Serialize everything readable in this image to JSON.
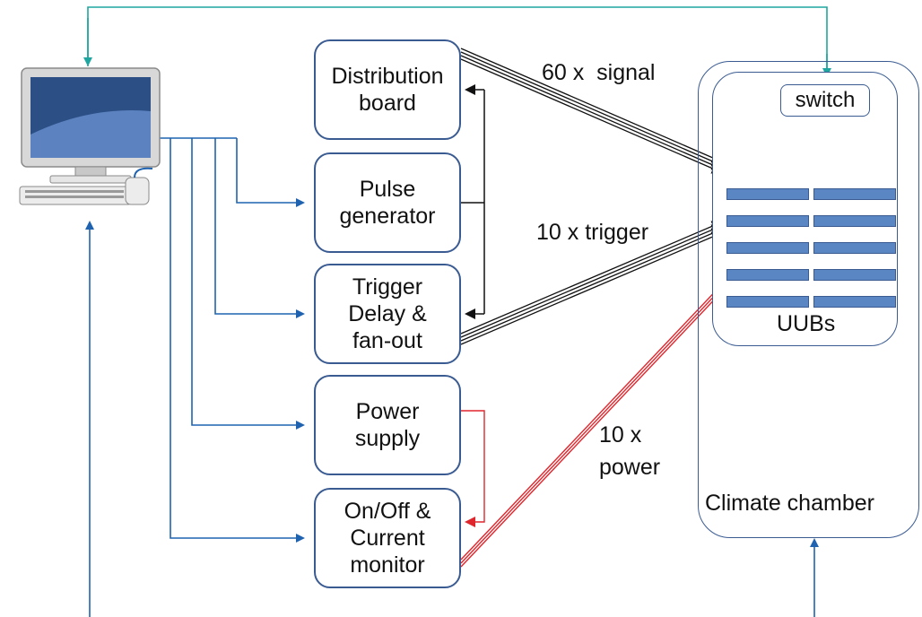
{
  "boxes": {
    "distribution": [
      "Distribution",
      "board"
    ],
    "pulse": [
      "Pulse",
      "generator"
    ],
    "trigger": [
      "Trigger",
      "Delay &",
      "fan-out"
    ],
    "power_supply": [
      "Power",
      "supply"
    ],
    "onoff": [
      "On/Off &",
      "Current",
      "monitor"
    ]
  },
  "labels": {
    "signal": "60 x  signal",
    "trigger": "10 x trigger",
    "power_line1": "10 x",
    "power_line2": "power",
    "switch": "switch",
    "uubs": "UUBs",
    "chamber": "Climate chamber"
  },
  "colors": {
    "control": "#1f63b0",
    "network": "#1fa6a0",
    "power": "#e0262d",
    "signal": "#111111",
    "uub_fill": "#5a86c4",
    "border": "#3a5b92"
  },
  "icons": {
    "computer": "computer-icon"
  }
}
